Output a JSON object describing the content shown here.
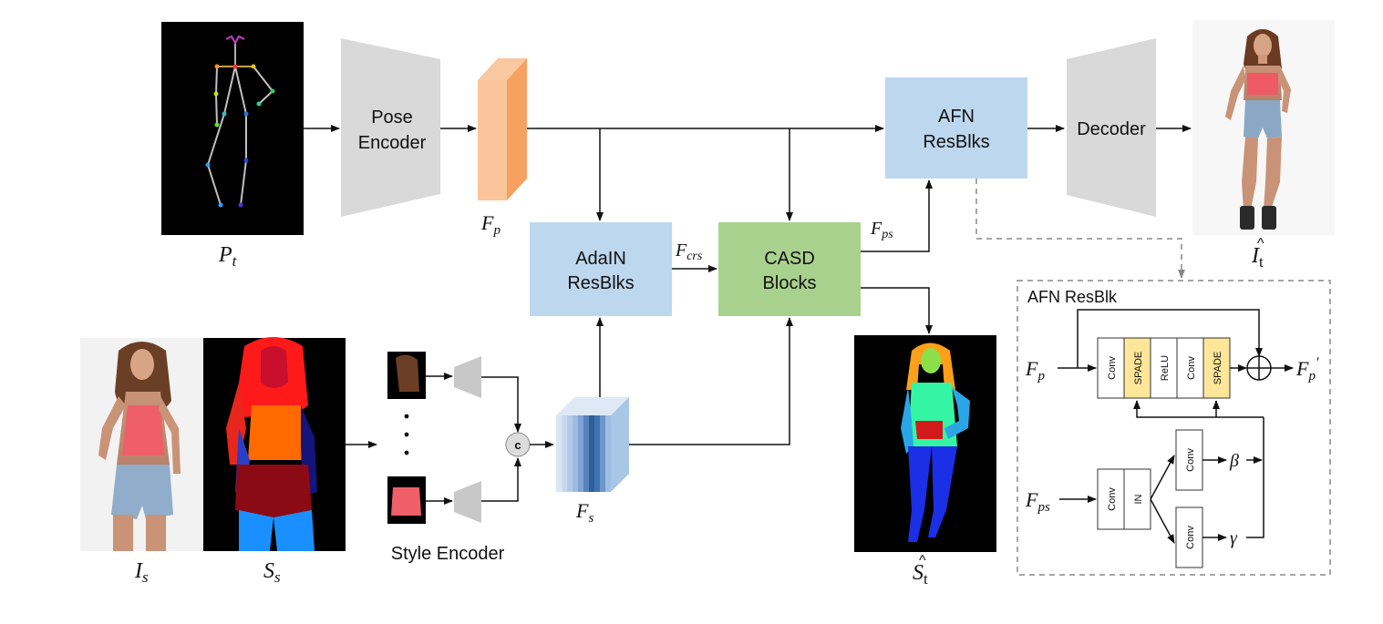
{
  "blocks": {
    "pose_encoder": [
      "Pose",
      "Encoder"
    ],
    "adain": [
      "AdaIN",
      "ResBlks"
    ],
    "casd": [
      "CASD",
      "Blocks"
    ],
    "afn": [
      "AFN",
      "ResBlks"
    ],
    "decoder": "Decoder",
    "style_encoder": "Style Encoder",
    "concat": "c",
    "dots": "·\n·\n·"
  },
  "labels": {
    "P": "P",
    "P_sub": "t",
    "Fp": "F",
    "Fp_sub": "p",
    "Fcrs": "F",
    "Fcrs_sub": "crs",
    "Fps": "F",
    "Fps_sub": "ps",
    "Fs": "F",
    "Fs_sub": "s",
    "Is": "I",
    "Is_sub": "s",
    "Ss": "S",
    "Ss_sub": "s",
    "It": "I",
    "It_sub": "t",
    "St": "S",
    "St_sub": "t"
  },
  "afn_detail": {
    "title": "AFN ResBlk",
    "input_main": "F",
    "input_main_sub": "p",
    "output": "F",
    "output_sub": "p",
    "output_prime": "′",
    "input_cond": "F",
    "input_cond_sub": "ps",
    "layers": [
      "Conv",
      "SPADE",
      "ReLU",
      "Conv",
      "SPADE"
    ],
    "norm_layers": [
      "Conv",
      "IN"
    ],
    "beta_conv": "Conv",
    "gamma_conv": "Conv",
    "beta": "β",
    "gamma": "γ"
  },
  "colors": {
    "encoder_gray": "#d9d9d9",
    "blue_block": "#bdd7ee",
    "green_block": "#a9d18e",
    "spade_yellow": "#ffe699",
    "feature_orange": "#f4a460"
  }
}
